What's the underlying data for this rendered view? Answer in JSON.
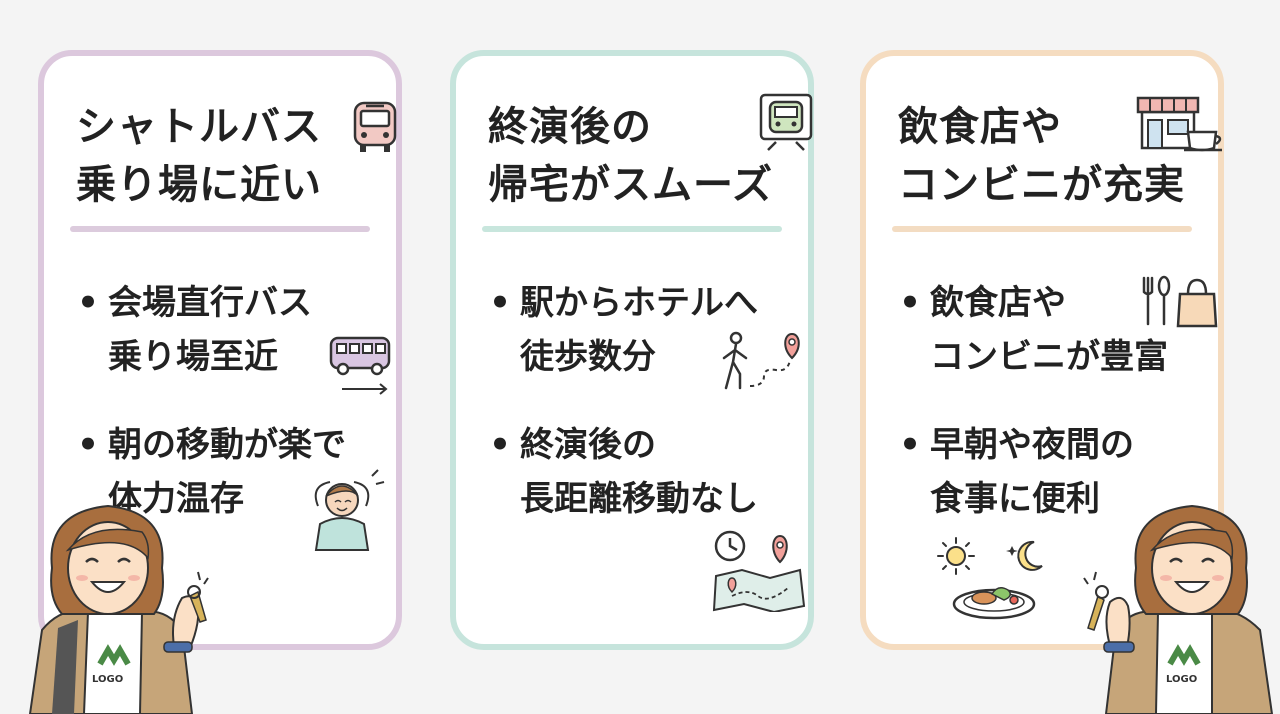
{
  "cards": [
    {
      "title_lines": [
        "シャトルバス",
        "乗り場に近い"
      ],
      "title_icon": "bus-icon",
      "bullets": [
        {
          "lines": [
            "会場直行バス",
            "乗り場至近"
          ],
          "icon": "bus-arrow-icon"
        },
        {
          "lines": [
            "朝の移動が楽で",
            "体力温存"
          ],
          "icon": "relaxed-person-icon"
        }
      ]
    },
    {
      "title_lines": [
        "終演後の",
        "帰宅がスムーズ"
      ],
      "title_icon": "train-icon",
      "bullets": [
        {
          "lines": [
            "駅からホテルへ",
            "徒歩数分"
          ],
          "icon": "walking-route-icon"
        },
        {
          "lines": [
            "終演後の",
            "長距離移動なし"
          ],
          "icon": "clock-map-icon"
        }
      ]
    },
    {
      "title_lines": [
        "飲食店や",
        "コンビニが充実"
      ],
      "title_icon": "store-coffee-icon",
      "bullets": [
        {
          "lines": [
            "飲食店や",
            "コンビニが豊富"
          ],
          "icon": "cutlery-bag-icon"
        },
        {
          "lines": [
            "早朝や夜間の",
            "食事に便利"
          ],
          "icon": "sun-moon-meal-icon"
        }
      ]
    }
  ],
  "bullet_mark": "•",
  "shirt_logo": "LOGO",
  "colors": {
    "card1_border": "#dcc8dd",
    "card2_border": "#c6e4dc",
    "card3_border": "#f5dcc0",
    "text": "#222222"
  }
}
